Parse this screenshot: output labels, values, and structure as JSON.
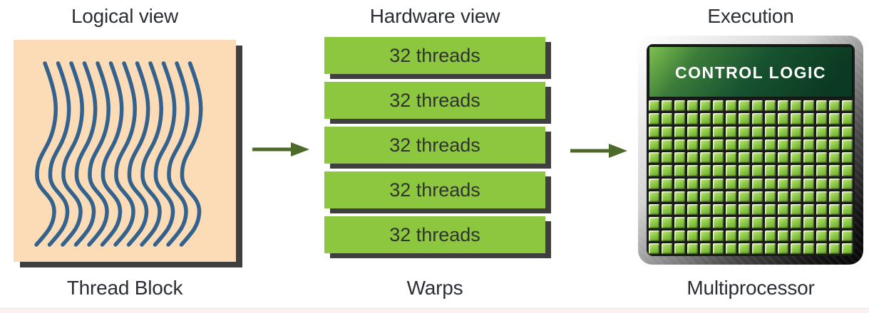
{
  "figure": {
    "columns": [
      {
        "title": "Logical view",
        "caption": "Thread Block"
      },
      {
        "title": "Hardware view",
        "caption": "Warps"
      },
      {
        "title": "Execution",
        "caption": "Multiprocessor"
      }
    ]
  },
  "logical": {
    "thread_line_count": 12
  },
  "warps": {
    "items": [
      "32 threads",
      "32 threads",
      "32 threads",
      "32 threads",
      "32 threads"
    ]
  },
  "execution": {
    "control_logic_label": "CONTROL LOGIC",
    "core_grid": {
      "columns": 16,
      "rows": 12
    }
  },
  "colors": {
    "title_text": "#2b2e35",
    "peach": "#fbdcb6",
    "thread_blue": "#33628e",
    "shadow": "#3f3f3f",
    "warp_green": "#8dc63f",
    "warp_text": "#2e342e",
    "arrow_green": "#4d6a2b",
    "panel_green_light": "#7fc050",
    "panel_green_dark": "#0b3a22",
    "core_green_light": "#cdeb90",
    "core_green_dark": "#6aa52f",
    "chip_frame_light": "#ffffff",
    "chip_frame_dark": "#050505",
    "bottom_strip": "#fbf1ef"
  }
}
